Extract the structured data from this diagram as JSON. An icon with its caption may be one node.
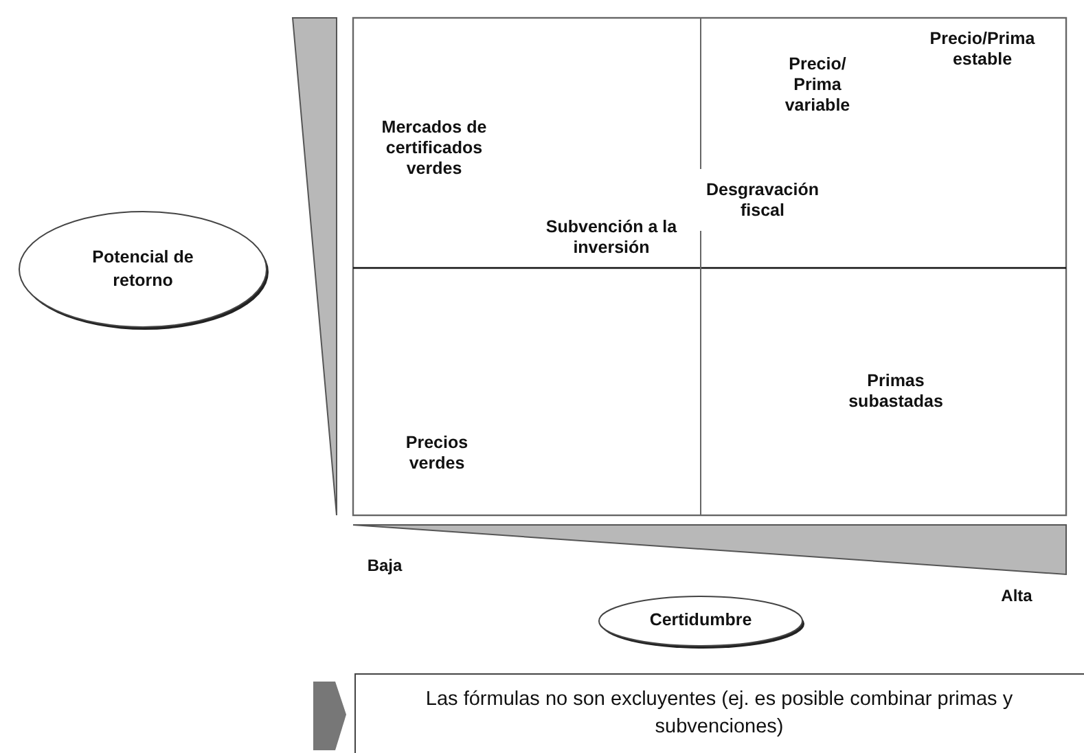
{
  "diagram": {
    "nodes": [
      {
        "text": [
          "Potencial de retorno"
        ]
      },
      {
        "text": [
          "Certidumbre"
        ]
      },
      {
        "text": [
          "Las fórmulas no son excluyentes (ej. es posible combinar primas y subvenciones)"
        ]
      }
    ],
    "edges": [],
    "labels": [
      "Precio/Prima estable",
      "Precio/ Prima variable",
      "Mercados de certificados verdes",
      "Desgravación fiscal",
      "Subvención a la inversión",
      "Primas subastadas",
      "Precios verdes",
      "Baja",
      "Alta"
    ]
  }
}
